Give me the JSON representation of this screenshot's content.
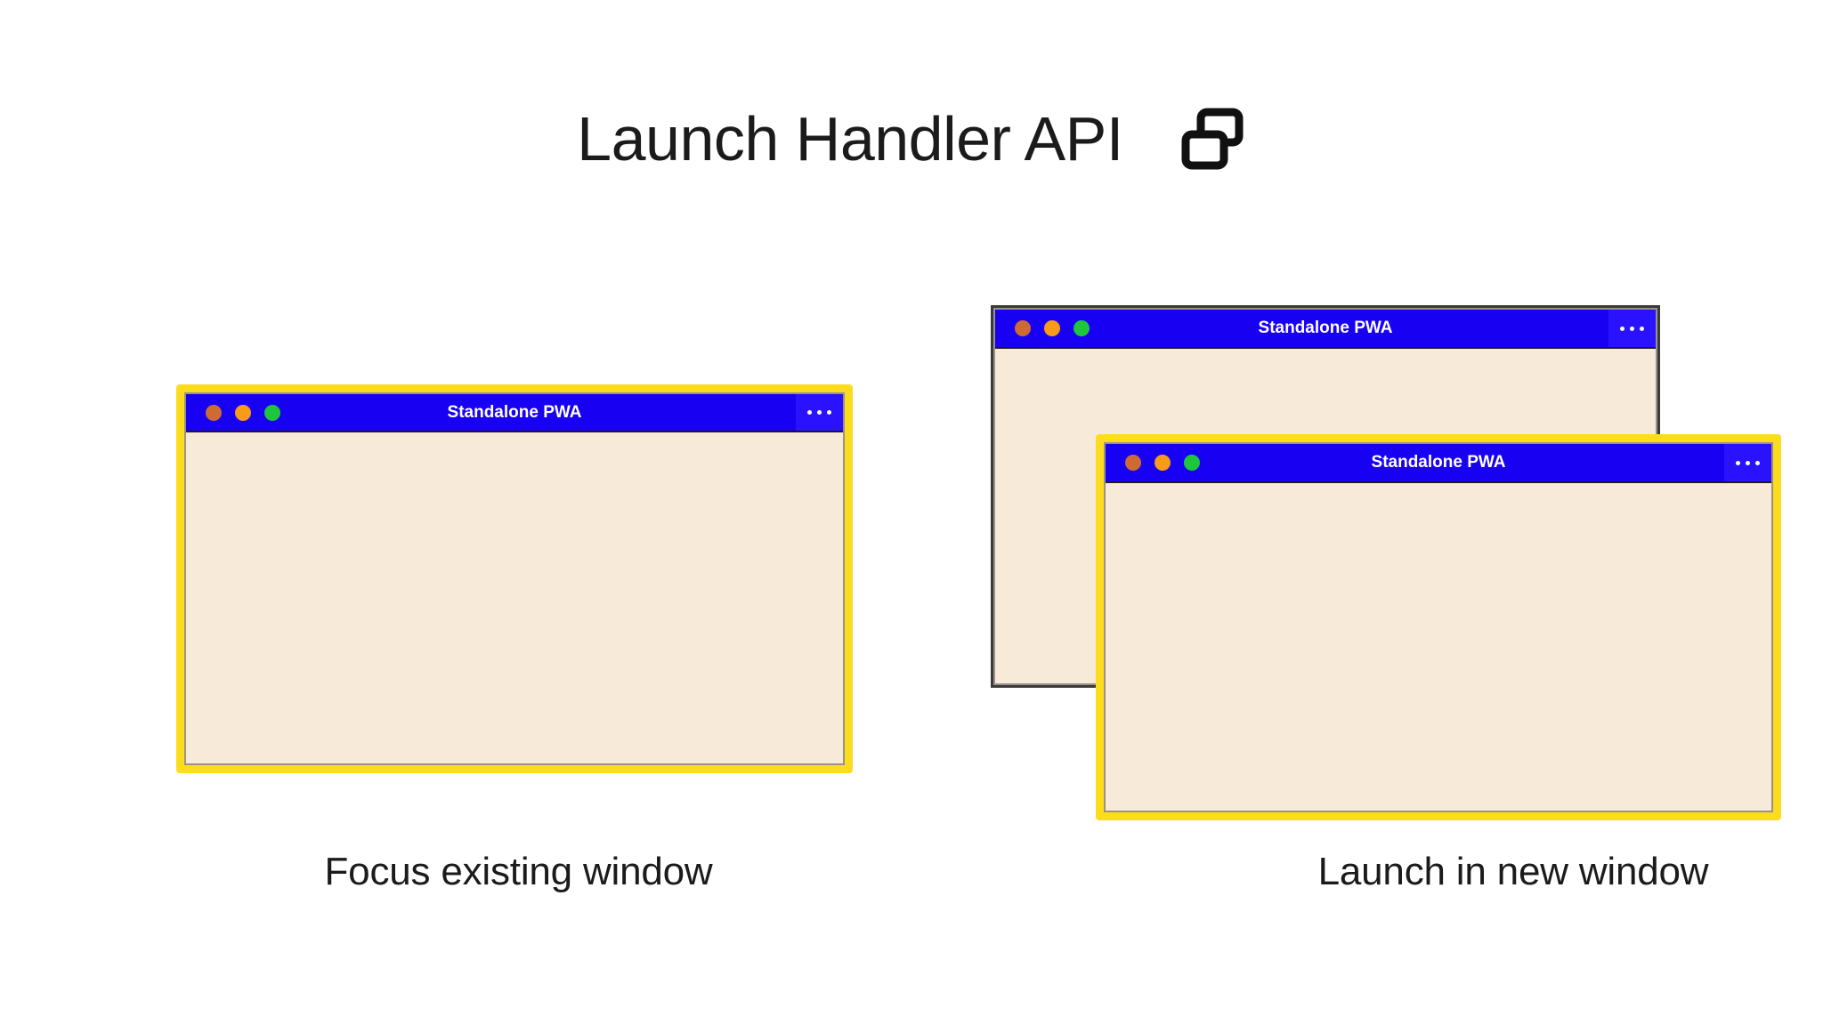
{
  "page": {
    "background_color": "#ffffff"
  },
  "header": {
    "title": "Launch Handler API",
    "icon": "windows-overlap-icon"
  },
  "colors": {
    "titlebar_blue": "#1800f2",
    "menu_blue": "#2a12ff",
    "highlight_yellow": "#fbdd1d",
    "window_body_cream": "#f8ead9",
    "plain_border_gray": "#3a3a3a",
    "inner_border_gray": "#9a9287",
    "traffic_close": "#ce6b34",
    "traffic_min": "#f89c18",
    "traffic_max": "#1ec63c",
    "text_dark": "#1b1b1b",
    "text_light": "#ffffff"
  },
  "scenarios": [
    {
      "id": "focus-existing",
      "caption": "Focus existing window",
      "windows": [
        {
          "id": "focus-window",
          "title": "Standalone PWA",
          "highlighted": true,
          "menu_label": "•••",
          "traffic_lights": [
            "close",
            "minimize",
            "maximize"
          ]
        }
      ]
    },
    {
      "id": "launch-new",
      "caption": "Launch in new window",
      "windows": [
        {
          "id": "new-window-back",
          "title": "Standalone PWA",
          "highlighted": false,
          "menu_label": "•••",
          "traffic_lights": [
            "close",
            "minimize",
            "maximize"
          ]
        },
        {
          "id": "new-window-front",
          "title": "Standalone PWA",
          "highlighted": true,
          "menu_label": "•••",
          "traffic_lights": [
            "close",
            "minimize",
            "maximize"
          ]
        }
      ]
    }
  ]
}
